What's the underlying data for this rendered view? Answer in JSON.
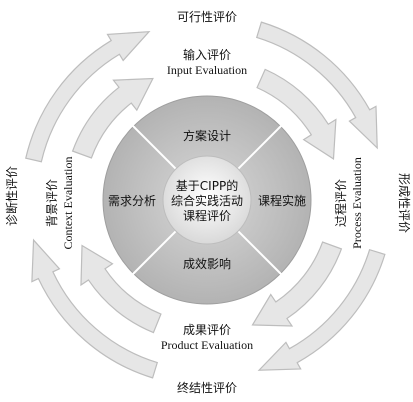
{
  "outer": {
    "top": "可行性评价",
    "right": "形成性评价",
    "bottom": "终结性评价",
    "left": "诊断性评价"
  },
  "middle": {
    "input": {
      "cn": "输入评价",
      "en": "Input Evaluation"
    },
    "process": {
      "cn": "过程评价",
      "en": "Process Evaluation"
    },
    "product": {
      "cn": "成果评价",
      "en": "Product Evaluation"
    },
    "context": {
      "cn": "背景评价",
      "en": "Context Evaluation"
    }
  },
  "inner": {
    "top": "方案设计",
    "right": "课程实施",
    "bottom": "成效影响",
    "left": "需求分析"
  },
  "center": {
    "line1": "基于CIPP的",
    "line2": "综合实践活动",
    "line3": "课程评价"
  },
  "colors": {
    "ring_fill": "#e6e6e6",
    "ring_stroke": "#bdbdbd",
    "disc_fill": "#c4c4c4",
    "center_fill": "#f2f2f2"
  }
}
